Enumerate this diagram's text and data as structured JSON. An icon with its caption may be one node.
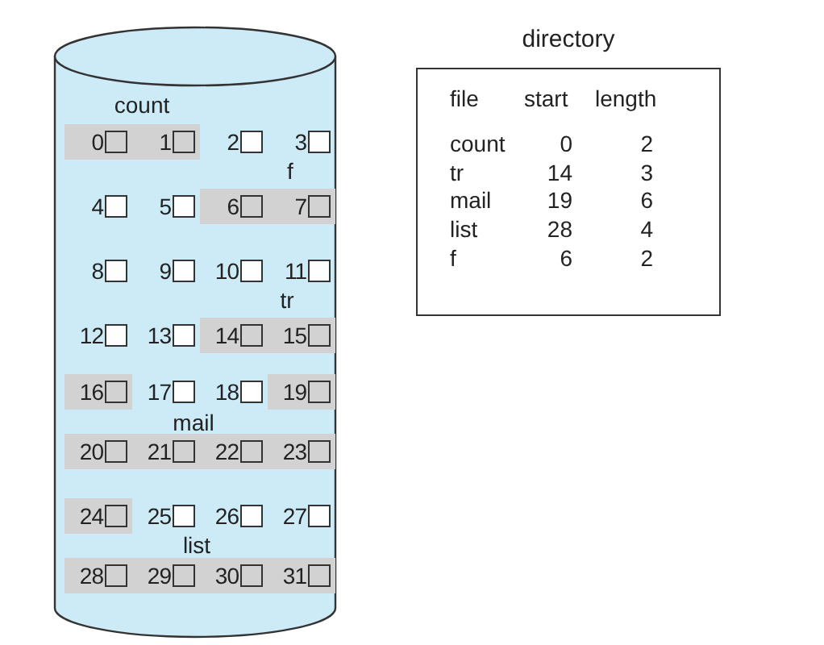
{
  "diagram": {
    "nodes": [
      {
        "text": [],
        "shape": "cylinder"
      },
      {
        "text": [],
        "shape": "box",
        "in": 0,
        "beside": [
          "0"
        ]
      },
      {
        "text": [],
        "shape": "box",
        "in": 0,
        "beside": [
          "1"
        ]
      },
      {
        "text": [],
        "shape": "box",
        "in": 0,
        "beside": [
          "2"
        ]
      },
      {
        "text": [],
        "shape": "box",
        "in": 0,
        "beside": [
          "3"
        ]
      },
      {
        "text": [],
        "shape": "box",
        "in": 0,
        "beside": [
          "4"
        ]
      },
      {
        "text": [],
        "shape": "box",
        "in": 0,
        "beside": [
          "5"
        ]
      },
      {
        "text": [],
        "shape": "box",
        "in": 0,
        "beside": [
          "6"
        ]
      },
      {
        "text": [],
        "shape": "box",
        "in": 0,
        "beside": [
          "7"
        ]
      },
      {
        "text": [],
        "shape": "box",
        "in": 0,
        "beside": [
          "8"
        ]
      },
      {
        "text": [],
        "shape": "box",
        "in": 0,
        "beside": [
          "9"
        ]
      },
      {
        "text": [],
        "shape": "box",
        "in": 0,
        "beside": [
          "10"
        ]
      },
      {
        "text": [],
        "shape": "box",
        "in": 0,
        "beside": [
          "11"
        ]
      },
      {
        "text": [],
        "shape": "box",
        "in": 0,
        "beside": [
          "12"
        ]
      },
      {
        "text": [],
        "shape": "box",
        "in": 0,
        "beside": [
          "13"
        ]
      },
      {
        "text": [],
        "shape": "box",
        "in": 0,
        "beside": [
          "14"
        ]
      },
      {
        "text": [],
        "shape": "box",
        "in": 0,
        "beside": [
          "15"
        ]
      },
      {
        "text": [],
        "shape": "box",
        "in": 0,
        "beside": [
          "16"
        ]
      },
      {
        "text": [],
        "shape": "box",
        "in": 0,
        "beside": [
          "17"
        ]
      },
      {
        "text": [],
        "shape": "box",
        "in": 0,
        "beside": [
          "18"
        ]
      },
      {
        "text": [],
        "shape": "box",
        "in": 0,
        "beside": [
          "19"
        ]
      },
      {
        "text": [],
        "shape": "box",
        "in": 0,
        "beside": [
          "20"
        ]
      },
      {
        "text": [],
        "shape": "box",
        "in": 0,
        "beside": [
          "21"
        ]
      },
      {
        "text": [],
        "shape": "box",
        "in": 0,
        "beside": [
          "22"
        ]
      },
      {
        "text": [],
        "shape": "box",
        "in": 0,
        "beside": [
          "23"
        ]
      },
      {
        "text": [],
        "shape": "box",
        "in": 0,
        "beside": [
          "24"
        ]
      },
      {
        "text": [],
        "shape": "box",
        "in": 0,
        "beside": [
          "25"
        ]
      },
      {
        "text": [],
        "shape": "box",
        "in": 0,
        "beside": [
          "26"
        ]
      },
      {
        "text": [],
        "shape": "box",
        "in": 0,
        "beside": [
          "27"
        ]
      },
      {
        "text": [],
        "shape": "box",
        "in": 0,
        "beside": [
          "28"
        ]
      },
      {
        "text": [],
        "shape": "box",
        "in": 0,
        "beside": [
          "29"
        ]
      },
      {
        "text": [],
        "shape": "box",
        "in": 0,
        "beside": [
          "30"
        ]
      },
      {
        "text": [],
        "shape": "box",
        "in": 0,
        "beside": [
          "31"
        ]
      },
      {
        "text": [
          "directory"
        ]
      }
    ],
    "labels": [
      "count",
      "f",
      "tr",
      "mail",
      "list",
      "file",
      "start",
      "length",
      "count",
      "0",
      "2",
      "tr",
      "14",
      "3",
      "mail",
      "19",
      "6",
      "list",
      "28",
      "4",
      "f",
      "6",
      "2"
    ]
  }
}
